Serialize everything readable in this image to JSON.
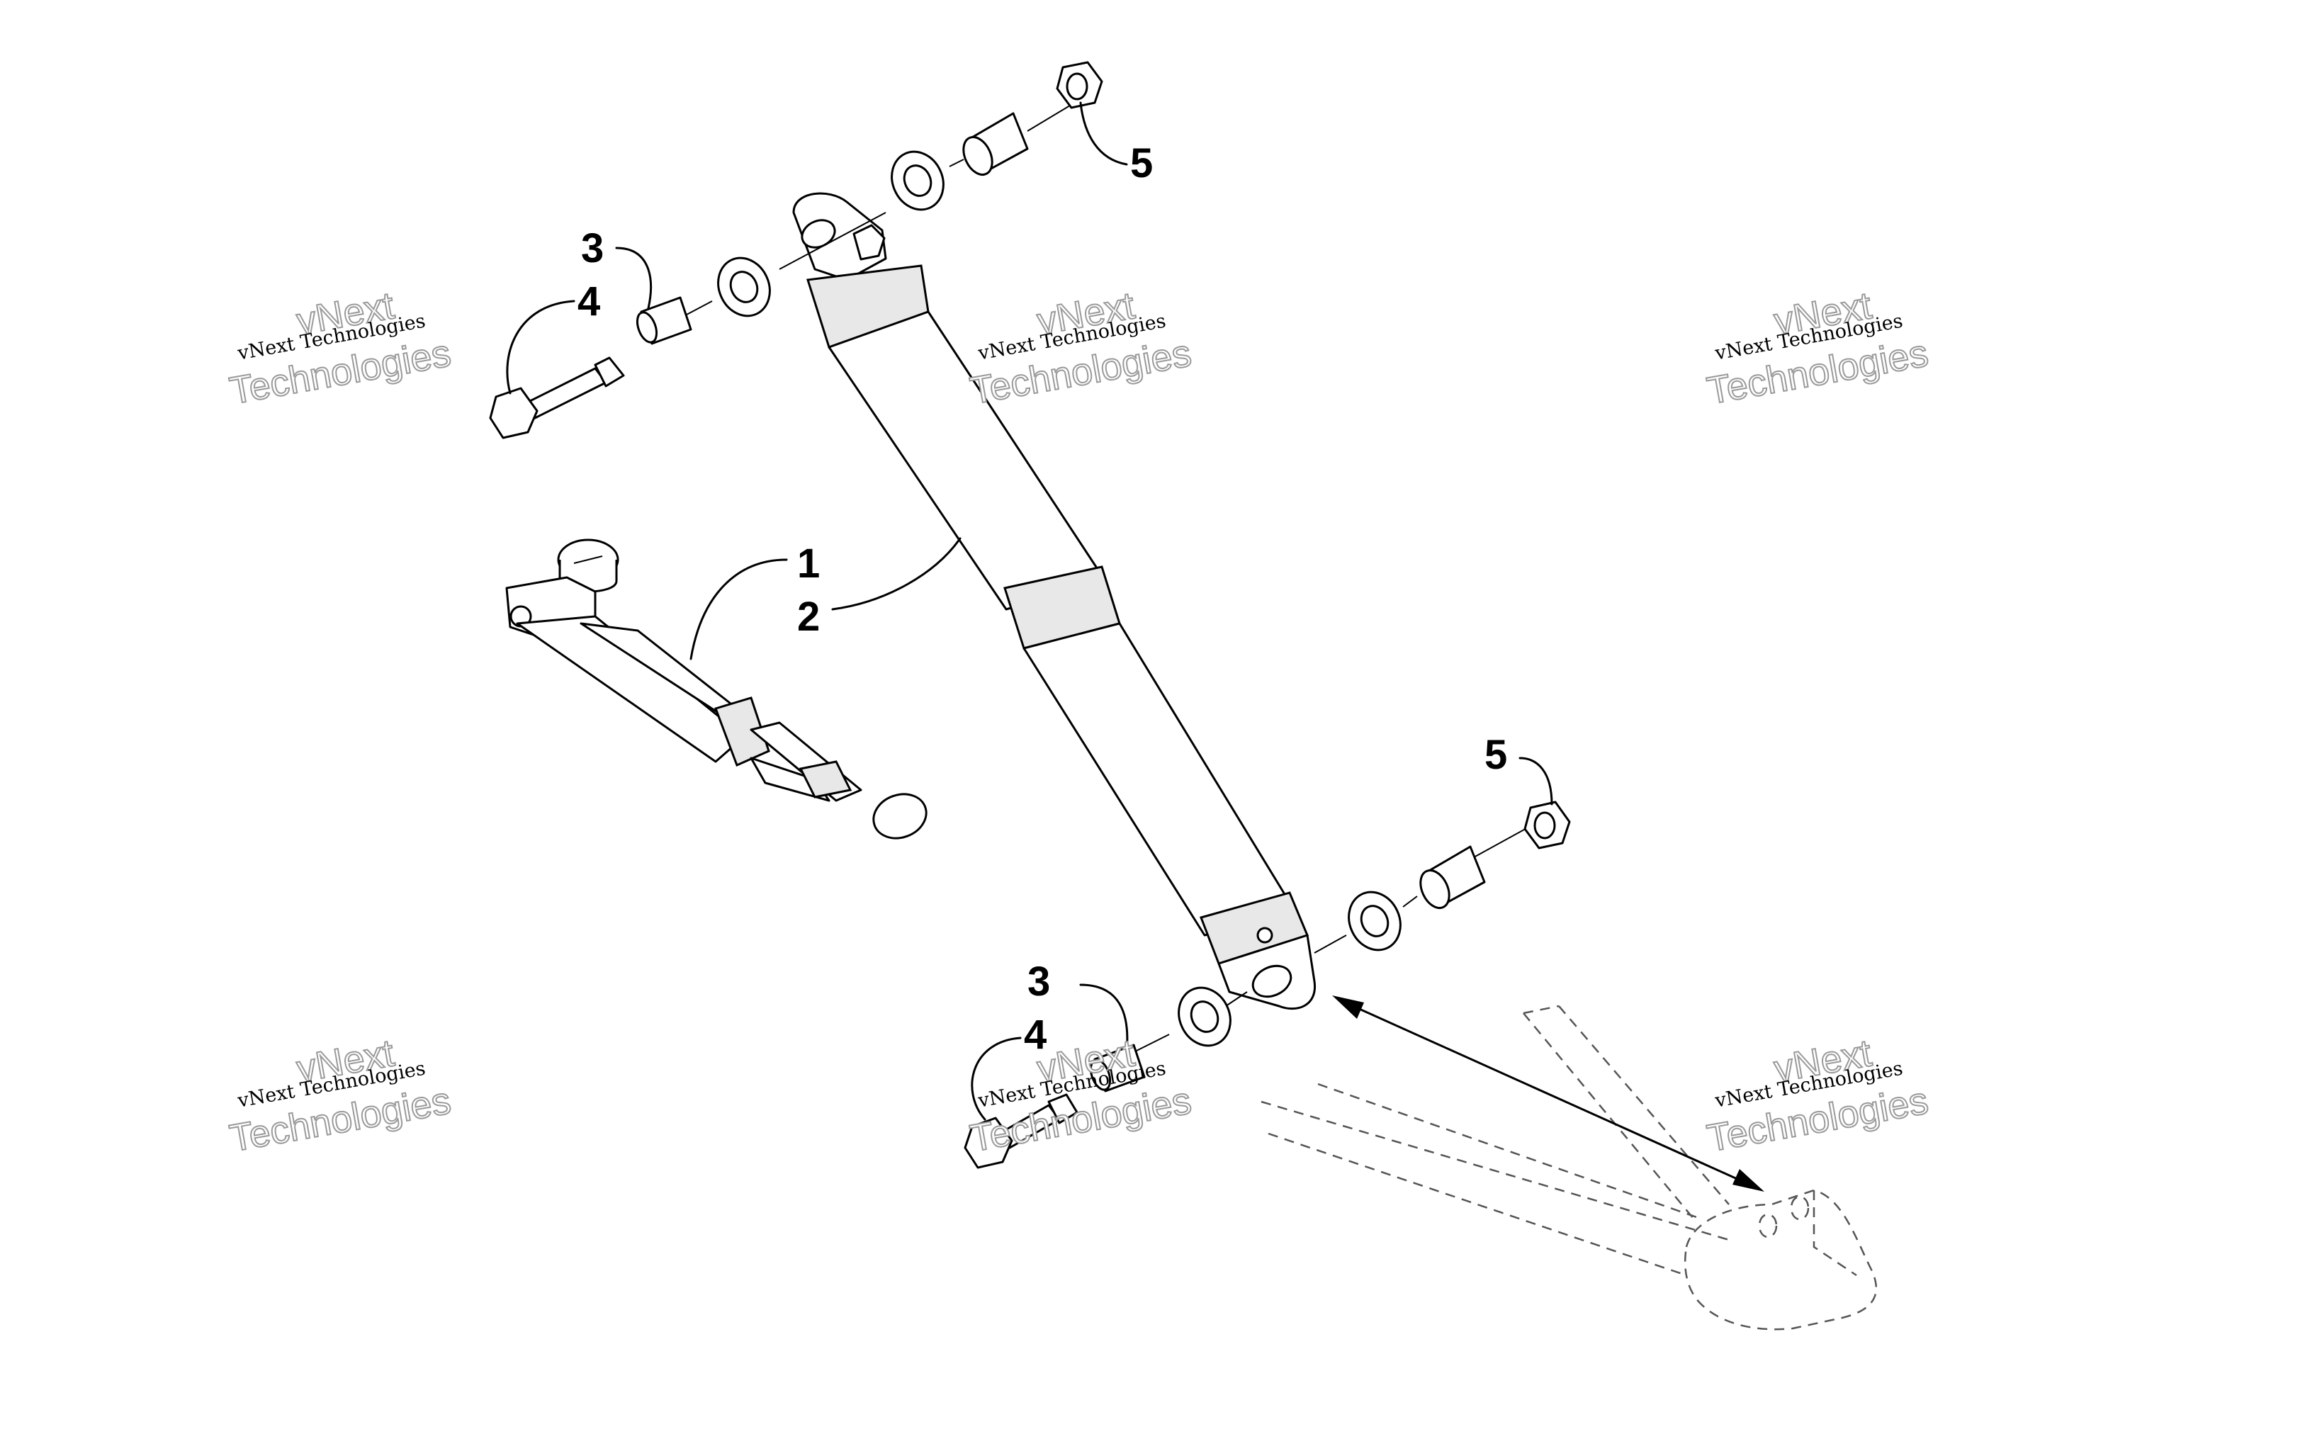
{
  "callouts": {
    "c1": "1",
    "c2": "2",
    "c3_top": "3",
    "c4_top": "4",
    "c5_top": "5",
    "c5_right": "5",
    "c3_bottom": "3",
    "c4_bottom": "4"
  },
  "watermark": {
    "line_small": "vNext Technologies",
    "line_big_1": "vNext",
    "line_big_2": "Technologies"
  },
  "colors": {
    "line": "#000000",
    "watermark_outline": "#9a9a9a",
    "background": "#ffffff"
  }
}
